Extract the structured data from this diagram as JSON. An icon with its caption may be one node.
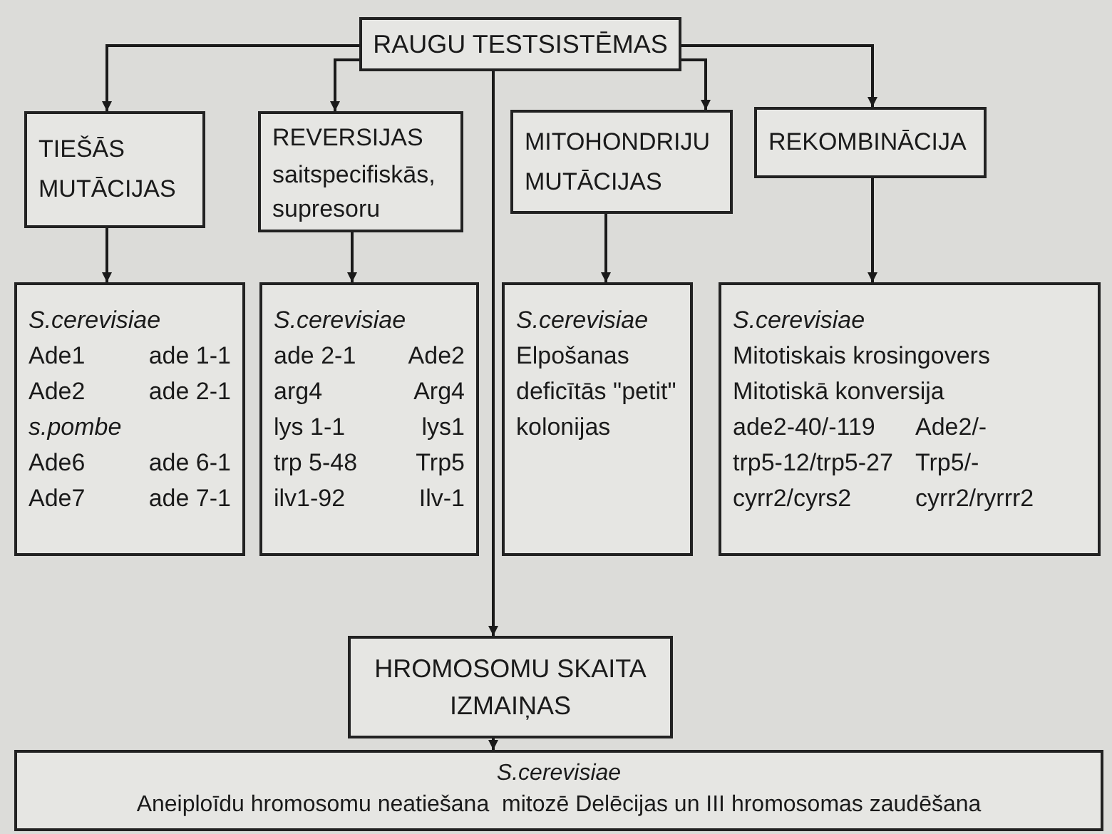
{
  "diagram": {
    "nodes": [
      {
        "text": [
          "RAUGU TESTSISTĒMAS"
        ]
      },
      {
        "text": [
          "TIEŠĀS MUTĀCIJAS"
        ]
      },
      {
        "text": [
          "REVERSIJAS",
          "saitspecifiskās, supresoru"
        ]
      },
      {
        "text": [
          "MITOHONDRIJU MUTĀCIJAS"
        ]
      },
      {
        "text": [
          "REKOMBINĀCIJA"
        ]
      },
      {
        "text": [
          "S.cerevisiae",
          "Ade1",
          "ade 1-1",
          "Ade2",
          "ade 2-1",
          "s.pombe",
          "Ade6",
          "ade 6-1",
          "Ade7",
          "ade 7-1"
        ]
      },
      {
        "text": [
          "S.cerevisiae",
          "ade 2-1",
          "Ade2",
          "arg4",
          "Arg4",
          "lys 1-1",
          "lys1",
          "trp 5-48",
          "Trp5",
          "ilv1-92",
          "Ilv-1"
        ]
      },
      {
        "text": [
          "S.cerevisiae",
          "Elpošanas deficītās \"petit\" kolonijas"
        ]
      },
      {
        "text": [
          "S.cerevisiae",
          "Mitotiskais krosingovers",
          "Mitotiskā konversija",
          "ade2-40/-119",
          "Ade2/-",
          "trp5-12/trp5-27",
          "Trp5/-",
          "cyrr2/cyrs2",
          "cyrr2/ryrrr2"
        ]
      },
      {
        "text": [
          "HROMOSOMU SKAITA IZMAIŅAS"
        ]
      },
      {
        "text": [
          "S.cerevisiae",
          "Aneiploīdu hromosomu neatiešana  mitozē Delēcijas un III hromosomas zaudēšana"
        ]
      }
    ],
    "edges": [
      {
        "from": 0,
        "to": 1,
        "arrow": "to"
      },
      {
        "from": 0,
        "to": 2,
        "arrow": "to"
      },
      {
        "from": 0,
        "to": 3,
        "arrow": "to"
      },
      {
        "from": 0,
        "to": 4,
        "arrow": "to"
      },
      {
        "from": 0,
        "to": 9,
        "arrow": "to"
      },
      {
        "from": 1,
        "to": 5,
        "arrow": "to"
      },
      {
        "from": 2,
        "to": 6,
        "arrow": "to"
      },
      {
        "from": 3,
        "to": 7,
        "arrow": "to"
      },
      {
        "from": 4,
        "to": 8,
        "arrow": "to"
      },
      {
        "from": 9,
        "to": 10,
        "arrow": "to"
      }
    ]
  }
}
